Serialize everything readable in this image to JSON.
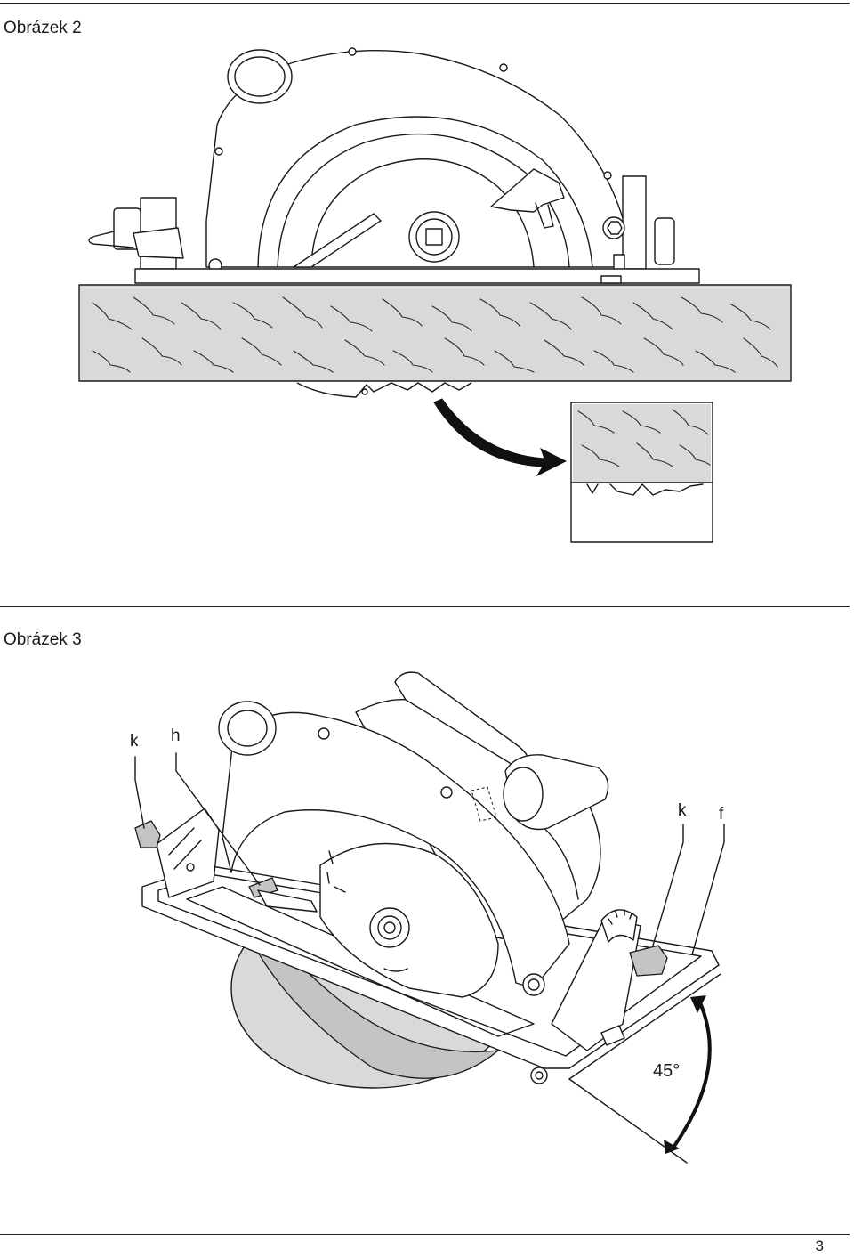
{
  "figures": [
    {
      "caption": "Obrázek 2"
    },
    {
      "caption": "Obrázek 3",
      "callouts": {
        "k_left": "k",
        "h": "h",
        "k_right": "k",
        "f": "f"
      },
      "angle": "45°"
    }
  ],
  "page_number": "3"
}
